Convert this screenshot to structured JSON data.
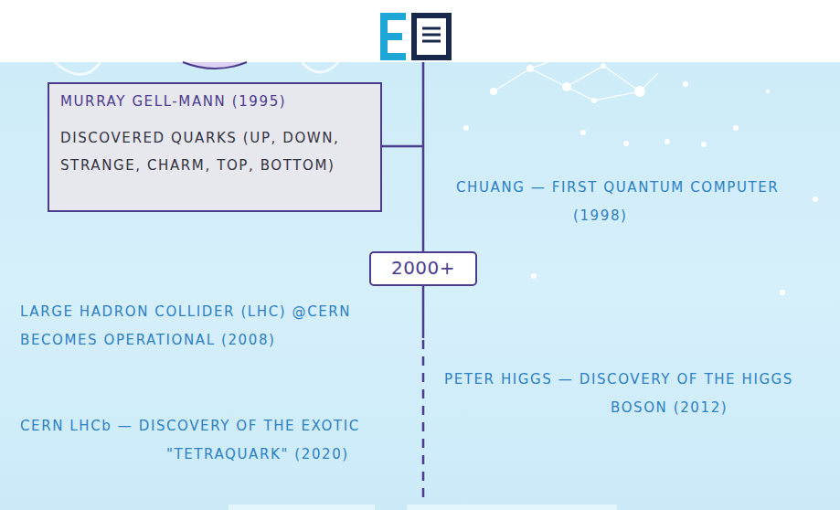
{
  "diagram": {
    "nodes": [
      {
        "text": [
          "MURRAY GELL-MANN (1995)",
          "DISCOVERED QUARKS (UP, DOWN, STRANGE, CHARM, TOP, BOTTOM)"
        ]
      },
      {
        "text": [
          "2000+"
        ]
      }
    ],
    "labels": [
      "CHUANG — FIRST QUANTUM COMPUTER (1998)",
      "LARGE HADRON COLLIDER (LHC) @CERN BECOMES OPERATIONAL (2008)",
      "PETER HIGGS — DISCOVERY OF THE HIGGS BOSON (2012)",
      "CERN LHCb — DISCOVERY OF THE EXOTIC \"TETRAQUARK\" (2020)"
    ]
  }
}
